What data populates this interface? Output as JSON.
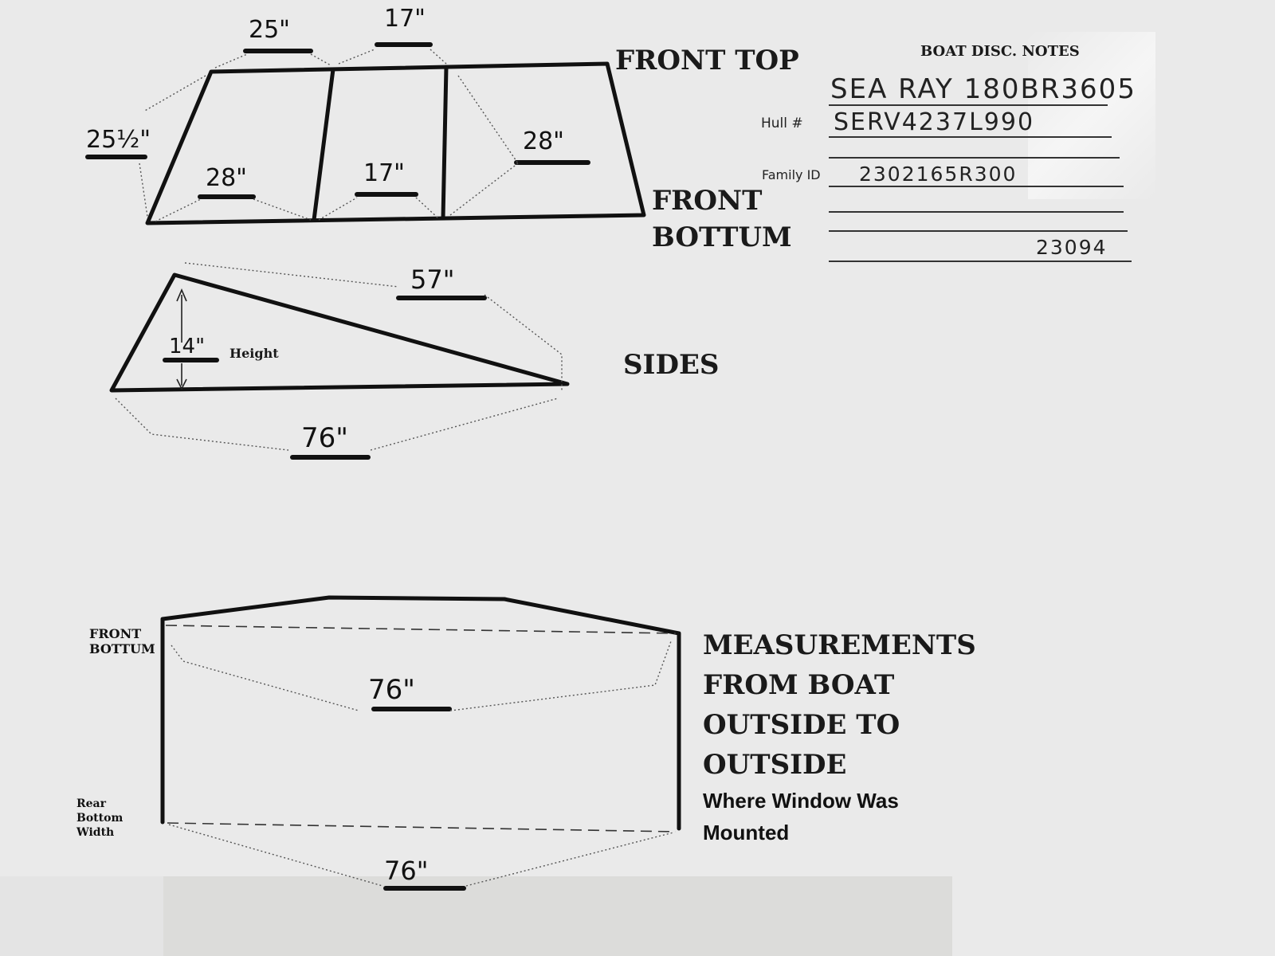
{
  "notes": {
    "header": "BOAT DISC. NOTES",
    "model": "SEA RAY 180BR3605",
    "hull_label": "Hull #",
    "hull_value": "SERV4237L990",
    "family_label": "Family ID",
    "family_value": "2302165R300",
    "number": "23094"
  },
  "front": {
    "label_top": "FRONT TOP",
    "label_bottom_line1": "FRONT",
    "label_bottom_line2": "BOTTUM",
    "dims": {
      "top_left": "25\"",
      "top_mid": "17\"",
      "left_side": "25½\"",
      "bottom_left": "28\"",
      "bottom_mid": "17\"",
      "right_panel": "28\""
    }
  },
  "sides": {
    "label": "SIDES",
    "hyp": "57\"",
    "height": "14\"",
    "height_label": "Height",
    "base": "76\""
  },
  "bottom": {
    "front_line1": "FRONT",
    "front_line2": "BOTTUM",
    "rear_line1": "Rear",
    "rear_line2": "Bottom",
    "rear_line3": "Width",
    "top_width": "76\"",
    "bottom_width": "76\""
  },
  "caption": {
    "line1": "MEASUREMENTS",
    "line2": "FROM BOAT",
    "line3": "OUTSIDE TO",
    "line4": "OUTSIDE",
    "sub1": "Where Window Was",
    "sub2": "Mounted"
  }
}
